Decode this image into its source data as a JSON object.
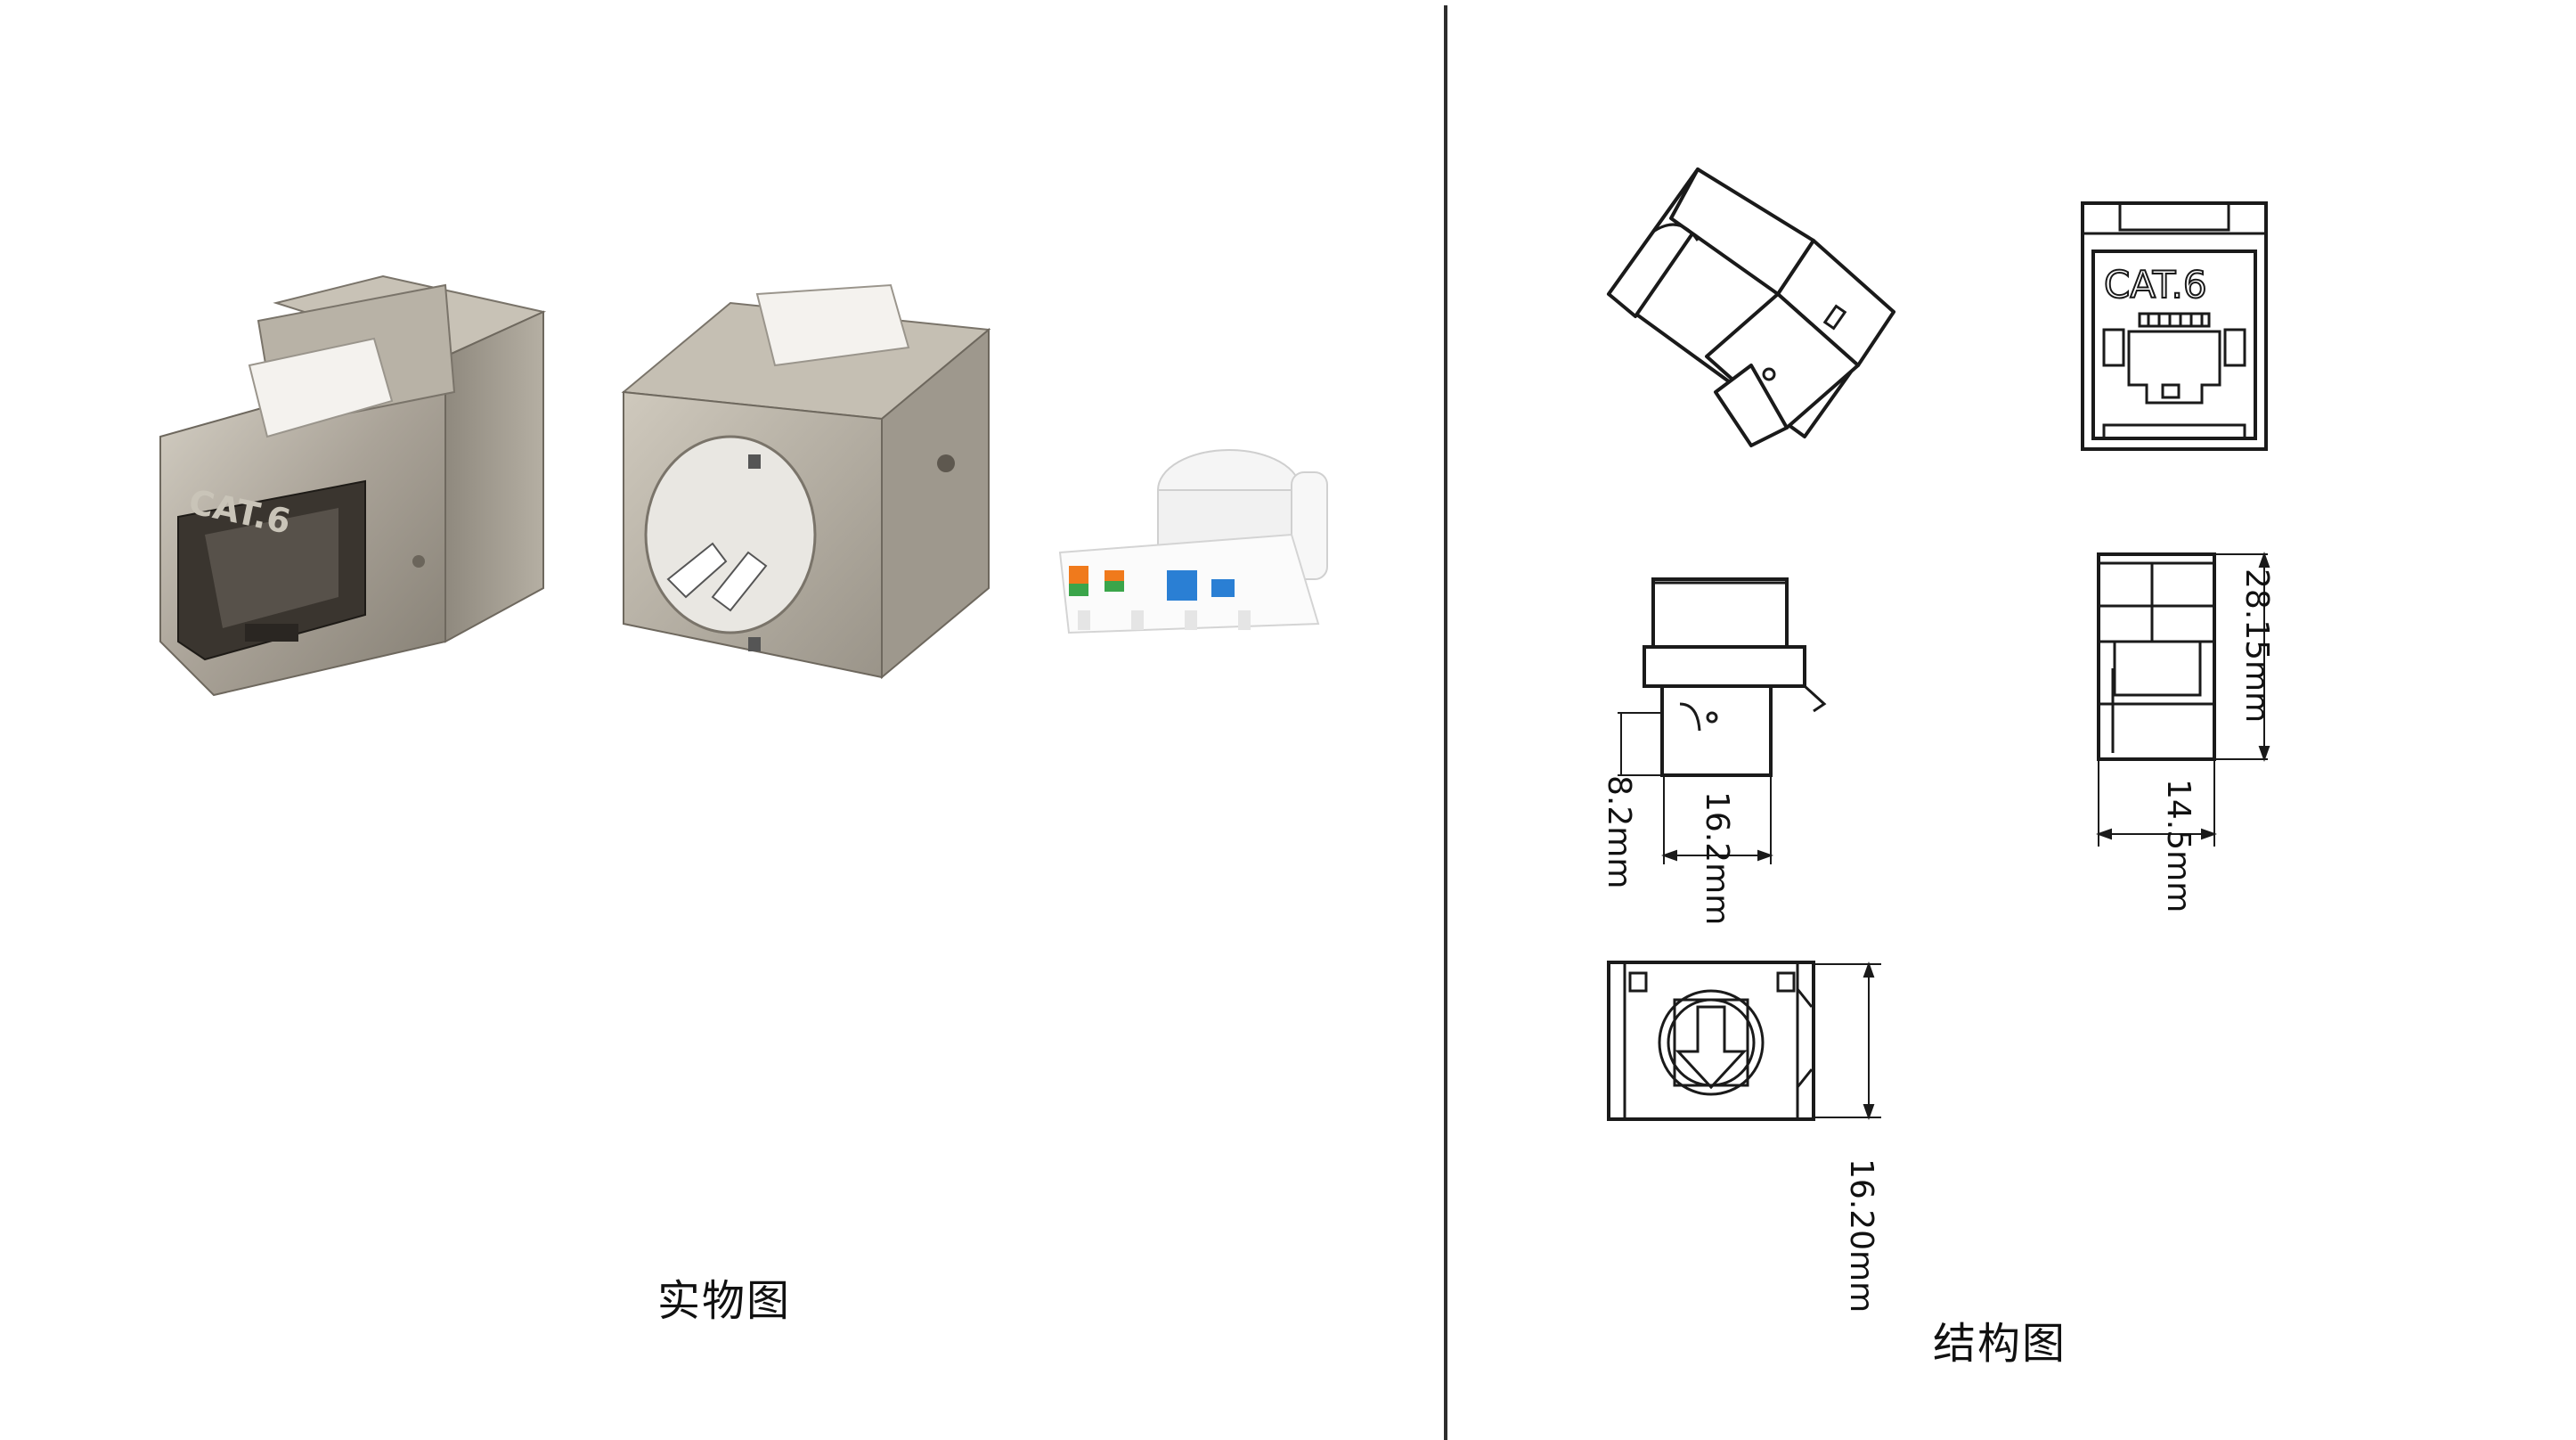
{
  "captions": {
    "photo": "实物图",
    "drawing": "结构图"
  },
  "product_marking": "CAT.6",
  "dimensions": {
    "height": "28.15mm",
    "width_side": "14.5mm",
    "offset": "8.2mm",
    "width_front": "16.2mm",
    "depth": "16.20mm"
  },
  "colors": {
    "metal": "#a9a296",
    "metal_light": "#cdc7bb",
    "metal_dark": "#6e685e",
    "latch": "#f4f2ee",
    "line": "#1a1a1a",
    "pin_orange": "#f07a1c",
    "pin_green": "#3aa54a",
    "pin_blue": "#2a7fd4"
  }
}
